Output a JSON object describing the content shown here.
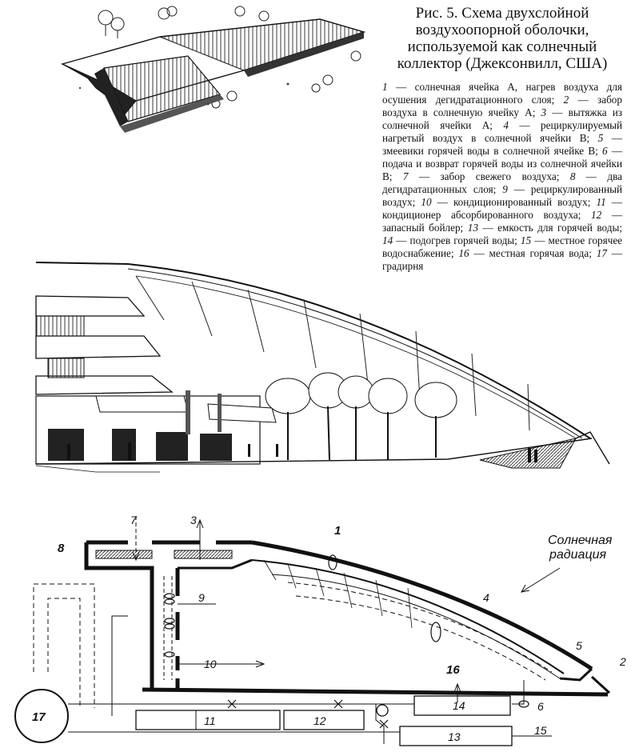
{
  "caption": "Рис. 5. Схема двухслойной воздухоопорной оболочки, используемой как солнечный коллектор (Джексонвилл, США)",
  "legend": [
    {
      "n": "1",
      "text": "— солнечная ячейка A, нагрев воздуха для осушения дегидратационного слоя;"
    },
    {
      "n": "2",
      "text": "— забор воздуха в солнечную ячейку A;"
    },
    {
      "n": "3",
      "text": "— вытяжка из солнечной ячейки A;"
    },
    {
      "n": "4",
      "text": "— рециркулируемый нагретый воздух в солнечной ячейки B;"
    },
    {
      "n": "5",
      "text": "— змеевики горячей воды в солнечной ячейке B;"
    },
    {
      "n": "6",
      "text": "— подача и возврат горячей воды из солнечной ячейки B;"
    },
    {
      "n": "7",
      "text": "— забор свежего воздуха;"
    },
    {
      "n": "8",
      "text": "— два дегидратационных слоя;"
    },
    {
      "n": "9",
      "text": "— рециркулированный воздух;"
    },
    {
      "n": "10",
      "text": "— кондиционированный воздух;"
    },
    {
      "n": "11",
      "text": "— кондиционер абсорбированного воздуха;"
    },
    {
      "n": "12",
      "text": "— запасный бойлер;"
    },
    {
      "n": "13",
      "text": "— емкость для горячей воды;"
    },
    {
      "n": "14",
      "text": "— подогрев горячей воды;"
    },
    {
      "n": "15",
      "text": "— местное горячее водоснабжение;"
    },
    {
      "n": "16",
      "text": "— местная горячая вода;"
    },
    {
      "n": "17",
      "text": "— градирня"
    }
  ],
  "schematic": {
    "radiation_label_1": "Солнечная",
    "radiation_label_2": "радиация",
    "labels": {
      "l1": "1",
      "l2": "2",
      "l3": "3",
      "l4": "4",
      "l5": "5",
      "l6": "6",
      "l7": "7",
      "l8": "8",
      "l9": "9",
      "l10": "10",
      "l11": "11",
      "l12": "12",
      "l13": "13",
      "l14": "14",
      "l15": "15",
      "l16": "16",
      "l17": "17"
    }
  }
}
